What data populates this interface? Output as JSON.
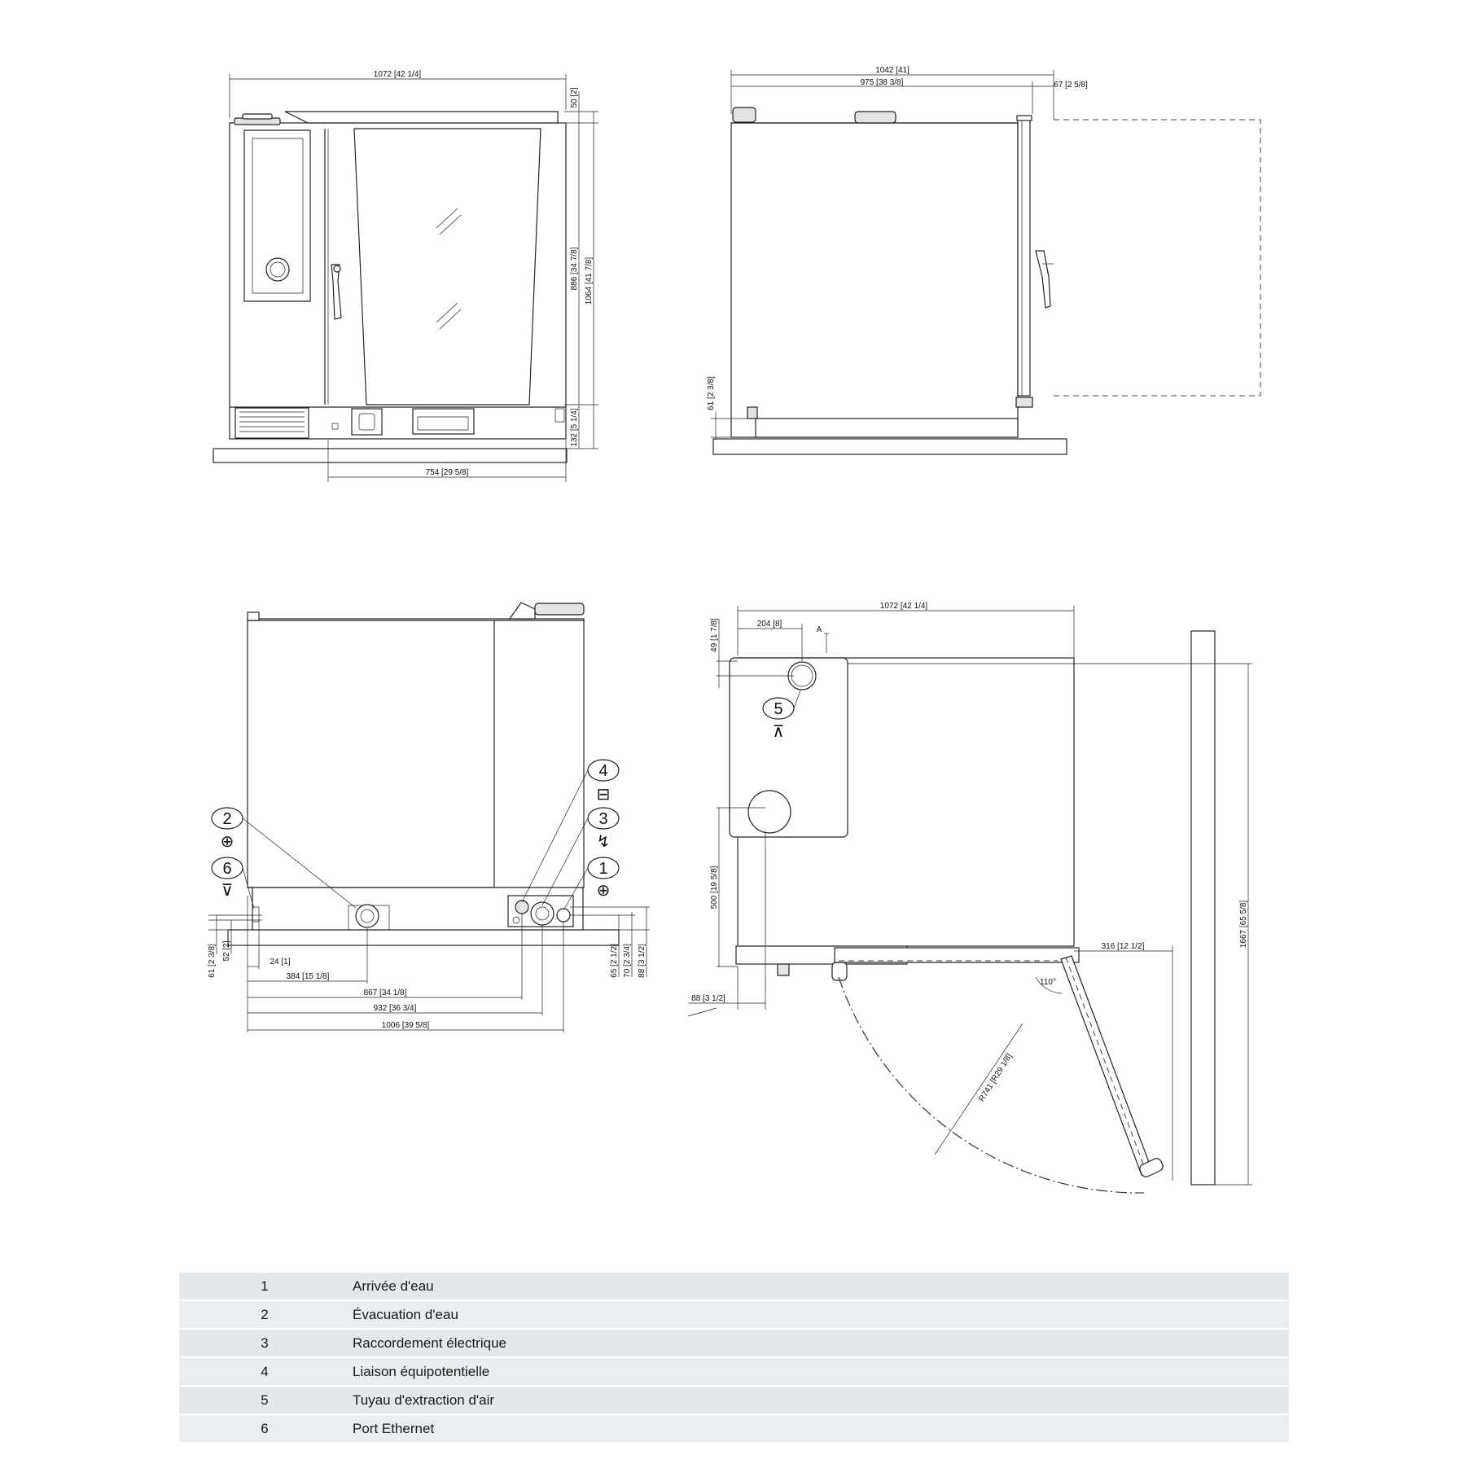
{
  "views": {
    "front": {
      "width_label": "1072 [42 1/4]",
      "top_label": "50 [2]",
      "height_a_label": "886 [34 7/8]",
      "height_b_label": "1064 [41 7/8]",
      "foot_label": "132 [5 1/4]",
      "bottom_label": "754 [29 5/8]"
    },
    "side": {
      "width_a_label": "1042 [41]",
      "width_b_label": "975 [38 3/8]",
      "handle_label": "67 [2 5/8]",
      "feet_label": "61 [2 3/8]"
    },
    "connections": {
      "dim_61": "61 [2 3/8]",
      "dim_52": "52 [2]",
      "dim_24": "24 [1]",
      "dim_384": "384 [15 1/8]",
      "dim_867": "867 [34 1/8]",
      "dim_932": "932 [36 3/4]",
      "dim_1006": "1006 [39 5/8]",
      "dim_65": "65 [2 1/2]",
      "dim_70": "70 [2 3/4]",
      "dim_88": "88 [3 1/2]",
      "callouts": [
        "1",
        "2",
        "3",
        "4",
        "6"
      ]
    },
    "plan": {
      "width_label": "1072 [42 1/4]",
      "dim_204": "204 [8]",
      "marker_a": "A",
      "dim_49": "49 [1 7/8]",
      "callout": "5",
      "dim_500": "500 [19 5/8]",
      "dim_316": "316 [12 1/2]",
      "dim_1667": "1667 [65 5/8]",
      "dim_88": "88 [3 1/2]",
      "radius_label": "R741 [R29 1/8]",
      "angle_label": "110°"
    }
  },
  "legend": [
    {
      "num": "1",
      "label": "Arrivée d'eau"
    },
    {
      "num": "2",
      "label": "Évacuation d'eau"
    },
    {
      "num": "3",
      "label": "Raccordement électrique"
    },
    {
      "num": "4",
      "label": "Liaison équipotentielle"
    },
    {
      "num": "5",
      "label": "Tuyau d'extraction d'air"
    },
    {
      "num": "6",
      "label": "Port Ethernet"
    }
  ]
}
